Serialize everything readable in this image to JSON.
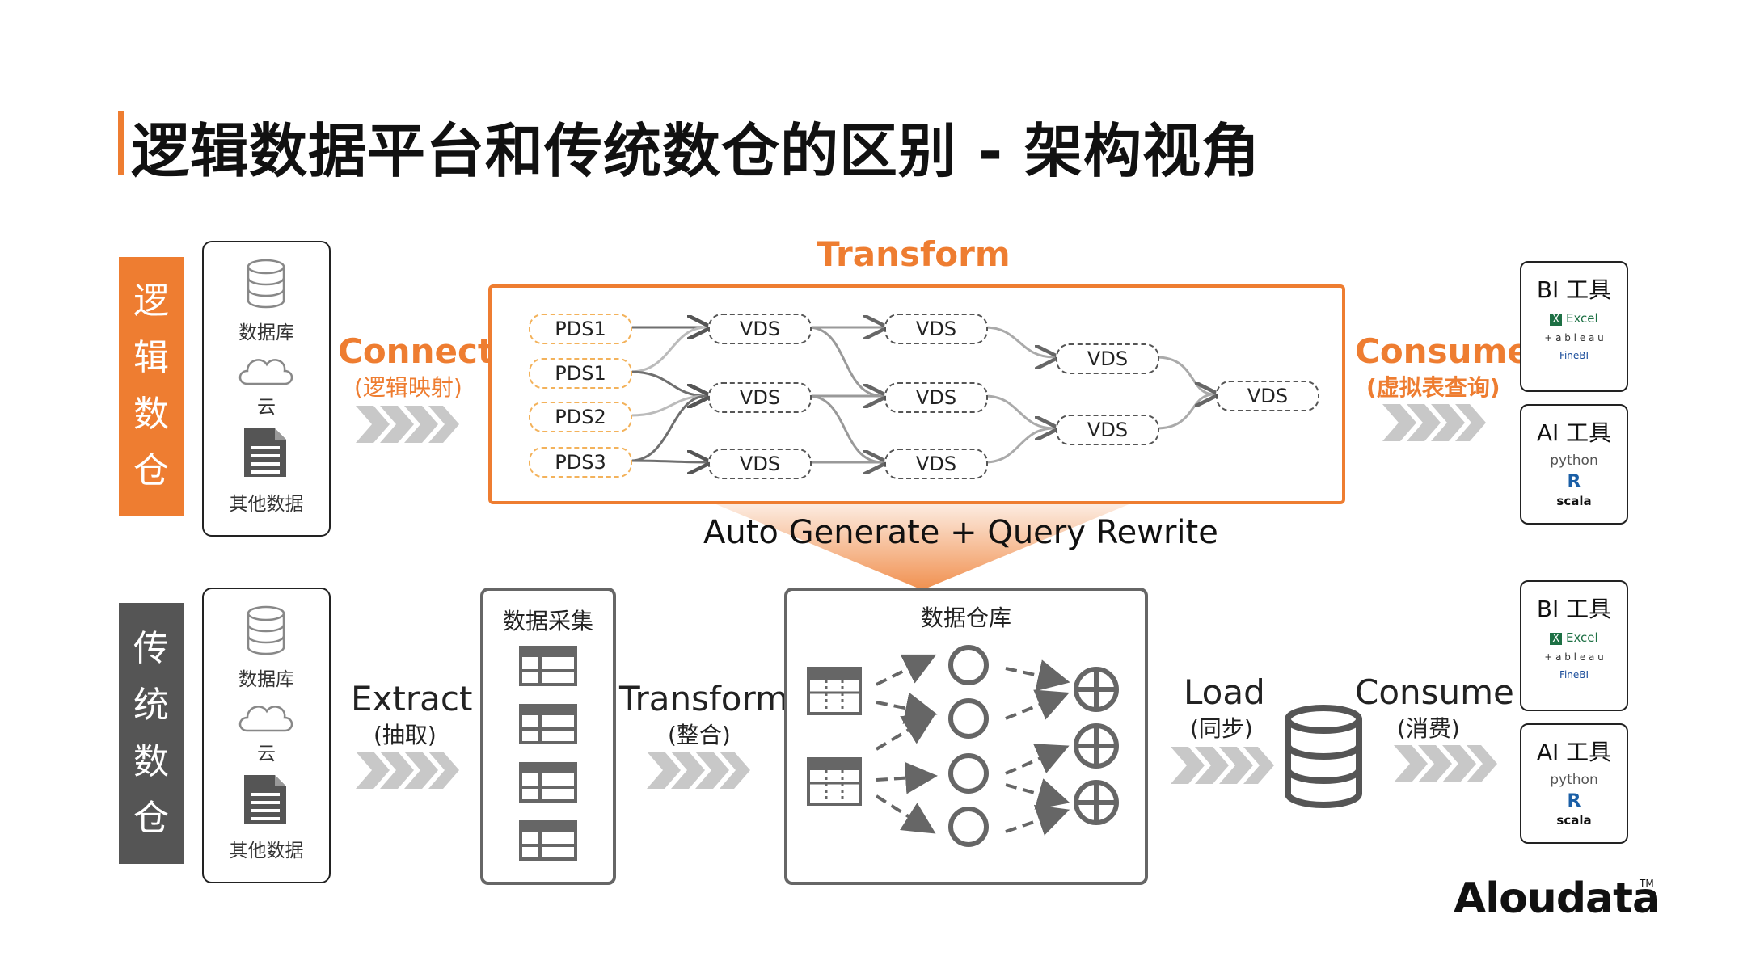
{
  "title": "逻辑数据平台和传统数仓的区别 - 架构视角",
  "rows": {
    "logical": {
      "label": [
        "逻",
        "辑",
        "数",
        "仓"
      ],
      "sources": [
        "数据库",
        "云",
        "其他数据"
      ],
      "connect": {
        "title": "Connect",
        "sub": "(逻辑映射)"
      },
      "transform": {
        "title": "Transform",
        "pds": [
          "PDS1",
          "PDS1",
          "PDS2",
          "PDS3"
        ],
        "vds": [
          "VDS",
          "VDS",
          "VDS",
          "VDS",
          "VDS",
          "VDS",
          "VDS",
          "VDS",
          "VDS"
        ]
      },
      "bridge": "Auto Generate + Query Rewrite",
      "consume": {
        "title": "Consume",
        "sub": "(虚拟表查询)"
      },
      "bi_tools": {
        "title": "BI 工具",
        "logos": [
          "Excel",
          "+ a b l e a u",
          "FineBI"
        ]
      },
      "ai_tools": {
        "title": "AI 工具",
        "logos": [
          "python",
          "R",
          "scala"
        ]
      }
    },
    "traditional": {
      "label": [
        "传",
        "统",
        "数",
        "仓"
      ],
      "sources": [
        "数据库",
        "云",
        "其他数据"
      ],
      "extract": {
        "title": "Extract",
        "sub": "(抽取)"
      },
      "collect": {
        "title": "数据采集"
      },
      "transform": {
        "title": "Transform",
        "sub": "(整合)"
      },
      "warehouse": {
        "title": "数据仓库"
      },
      "load": {
        "title": "Load",
        "sub": "(同步)"
      },
      "consume": {
        "title": "Consume",
        "sub": "(消费)"
      },
      "bi_tools": {
        "title": "BI 工具",
        "logos": [
          "Excel",
          "+ a b l e a u",
          "FineBI"
        ]
      },
      "ai_tools": {
        "title": "AI 工具",
        "logos": [
          "python",
          "R",
          "scala"
        ]
      }
    }
  },
  "brand": {
    "name": "Aloudata",
    "tm": "TM"
  },
  "colors": {
    "accent": "#ee7d31",
    "dark_label": "#555555",
    "chevron": "#c8c8c8",
    "pds_border": "#f3b25b"
  },
  "icons": [
    "database-icon",
    "cloud-icon",
    "document-icon",
    "chevron-arrows-icon",
    "table-icon",
    "circle-node-icon",
    "plus-circle-icon"
  ]
}
